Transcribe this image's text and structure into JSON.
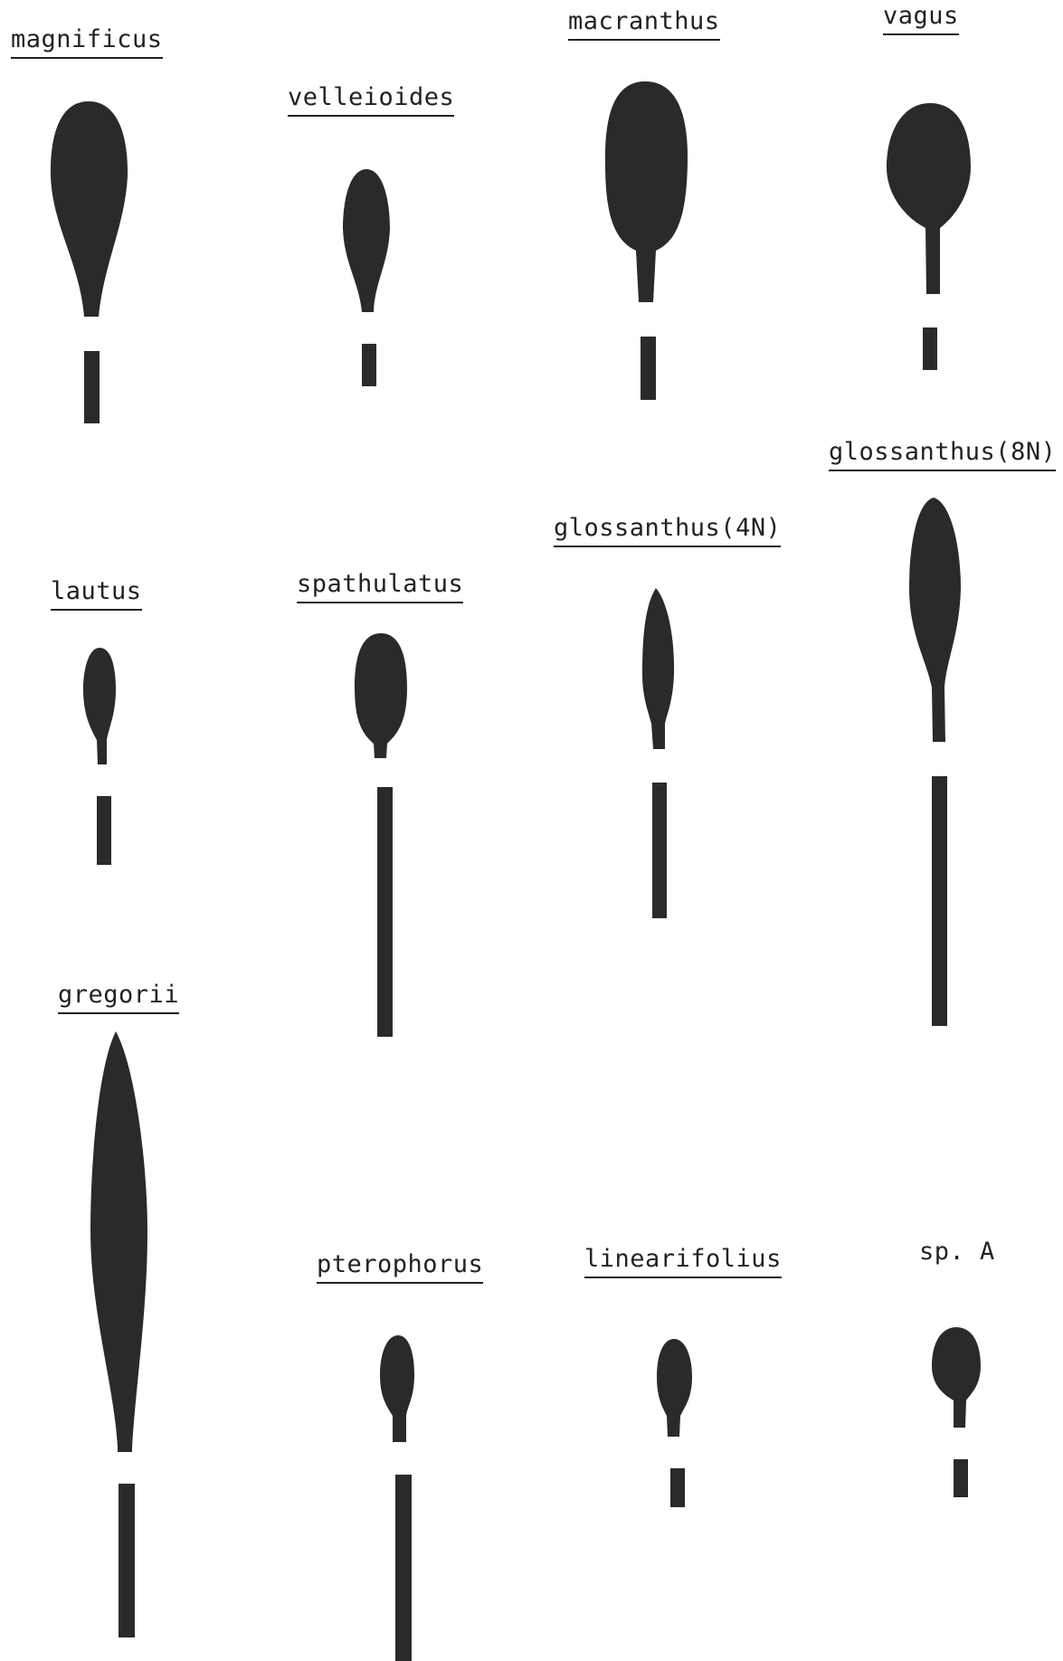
{
  "ink_color": "#2a2a2a",
  "specimens": [
    {
      "id": "magnificus",
      "label": "magnificus",
      "underlined": true
    },
    {
      "id": "velleioides",
      "label": "velleioides",
      "underlined": true
    },
    {
      "id": "macranthus",
      "label": "macranthus",
      "underlined": true
    },
    {
      "id": "vagus",
      "label": "vagus",
      "underlined": true
    },
    {
      "id": "lautus",
      "label": "lautus",
      "underlined": true
    },
    {
      "id": "spathulatus",
      "label": "spathulatus",
      "underlined": true
    },
    {
      "id": "glossanthus-4n",
      "label": "glossanthus(4N)",
      "underlined": true
    },
    {
      "id": "glossanthus-8n",
      "label": "glossanthus(8N)",
      "underlined": true
    },
    {
      "id": "gregorii",
      "label": "gregorii",
      "underlined": true
    },
    {
      "id": "pterophorus",
      "label": "pterophorus",
      "underlined": true
    },
    {
      "id": "linearifolius",
      "label": "linearifolius",
      "underlined": true
    },
    {
      "id": "sp-a",
      "label": "sp. A",
      "underlined": false
    }
  ]
}
